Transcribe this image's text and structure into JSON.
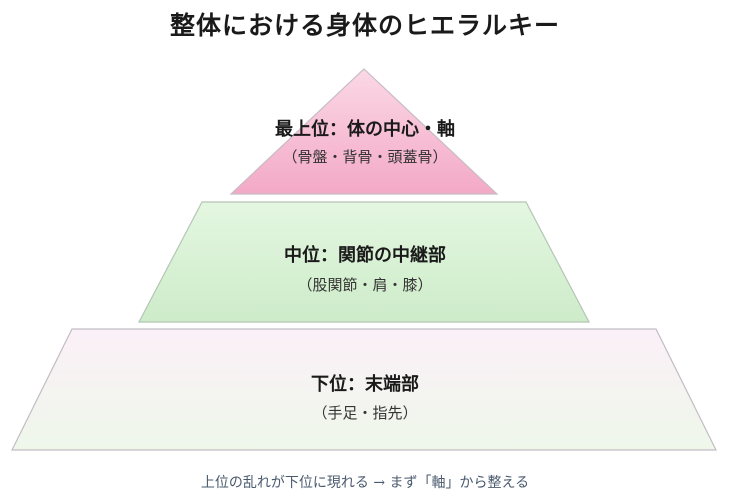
{
  "title": "整体における身体のヒエラルキー",
  "tiers": [
    {
      "main": "最上位：体の中心・軸",
      "sub": "（骨盤・背骨・頭蓋骨）",
      "fill": "#f5b8cf",
      "stroke": "#c9c0c8"
    },
    {
      "main": "中位：関節の中継部",
      "sub": "（股関節・肩・膝）",
      "fill": "#d9f1d6",
      "stroke": "#b8c8b8"
    },
    {
      "main": "下位：末端部",
      "sub": "（手足・指先）",
      "fill": "#f4f7f2",
      "stroke": "#c8c0c8"
    }
  ],
  "footer": "上位の乱れが下位に現れる → まず「軸」から整える"
}
